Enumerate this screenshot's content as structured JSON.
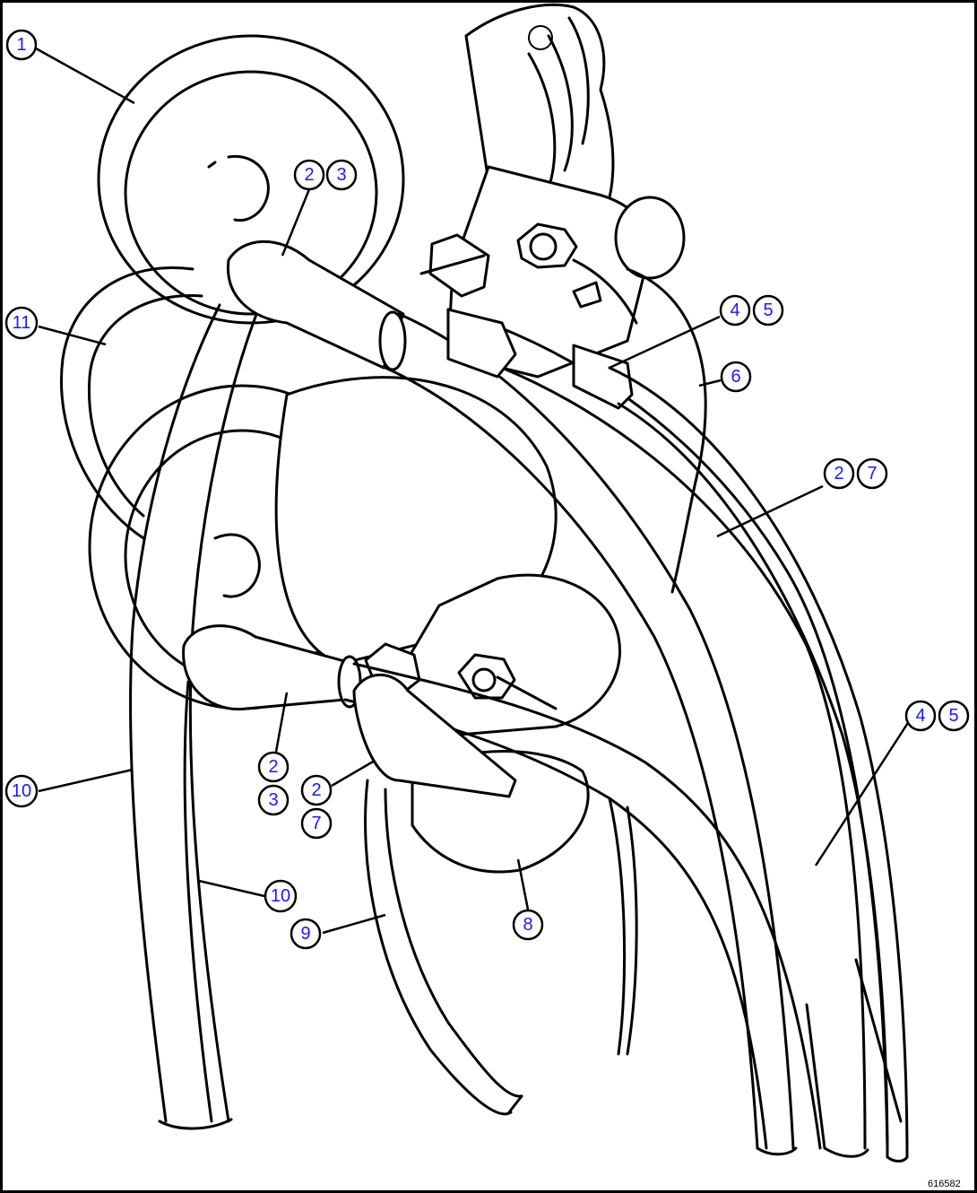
{
  "diagram": {
    "drawing_id": "616582",
    "callouts": [
      {
        "id": "c1",
        "label": "1"
      },
      {
        "id": "c2a",
        "label": "2"
      },
      {
        "id": "c3a",
        "label": "3"
      },
      {
        "id": "c11",
        "label": "11"
      },
      {
        "id": "c4a",
        "label": "4"
      },
      {
        "id": "c5a",
        "label": "5"
      },
      {
        "id": "c6",
        "label": "6"
      },
      {
        "id": "c2b",
        "label": "2"
      },
      {
        "id": "c7a",
        "label": "7"
      },
      {
        "id": "c4b",
        "label": "4"
      },
      {
        "id": "c5b",
        "label": "5"
      },
      {
        "id": "c10a",
        "label": "10"
      },
      {
        "id": "c2c",
        "label": "2"
      },
      {
        "id": "c3b",
        "label": "3"
      },
      {
        "id": "c2d",
        "label": "2"
      },
      {
        "id": "c7b",
        "label": "7"
      },
      {
        "id": "c10b",
        "label": "10"
      },
      {
        "id": "c9",
        "label": "9"
      },
      {
        "id": "c8",
        "label": "8"
      }
    ]
  }
}
